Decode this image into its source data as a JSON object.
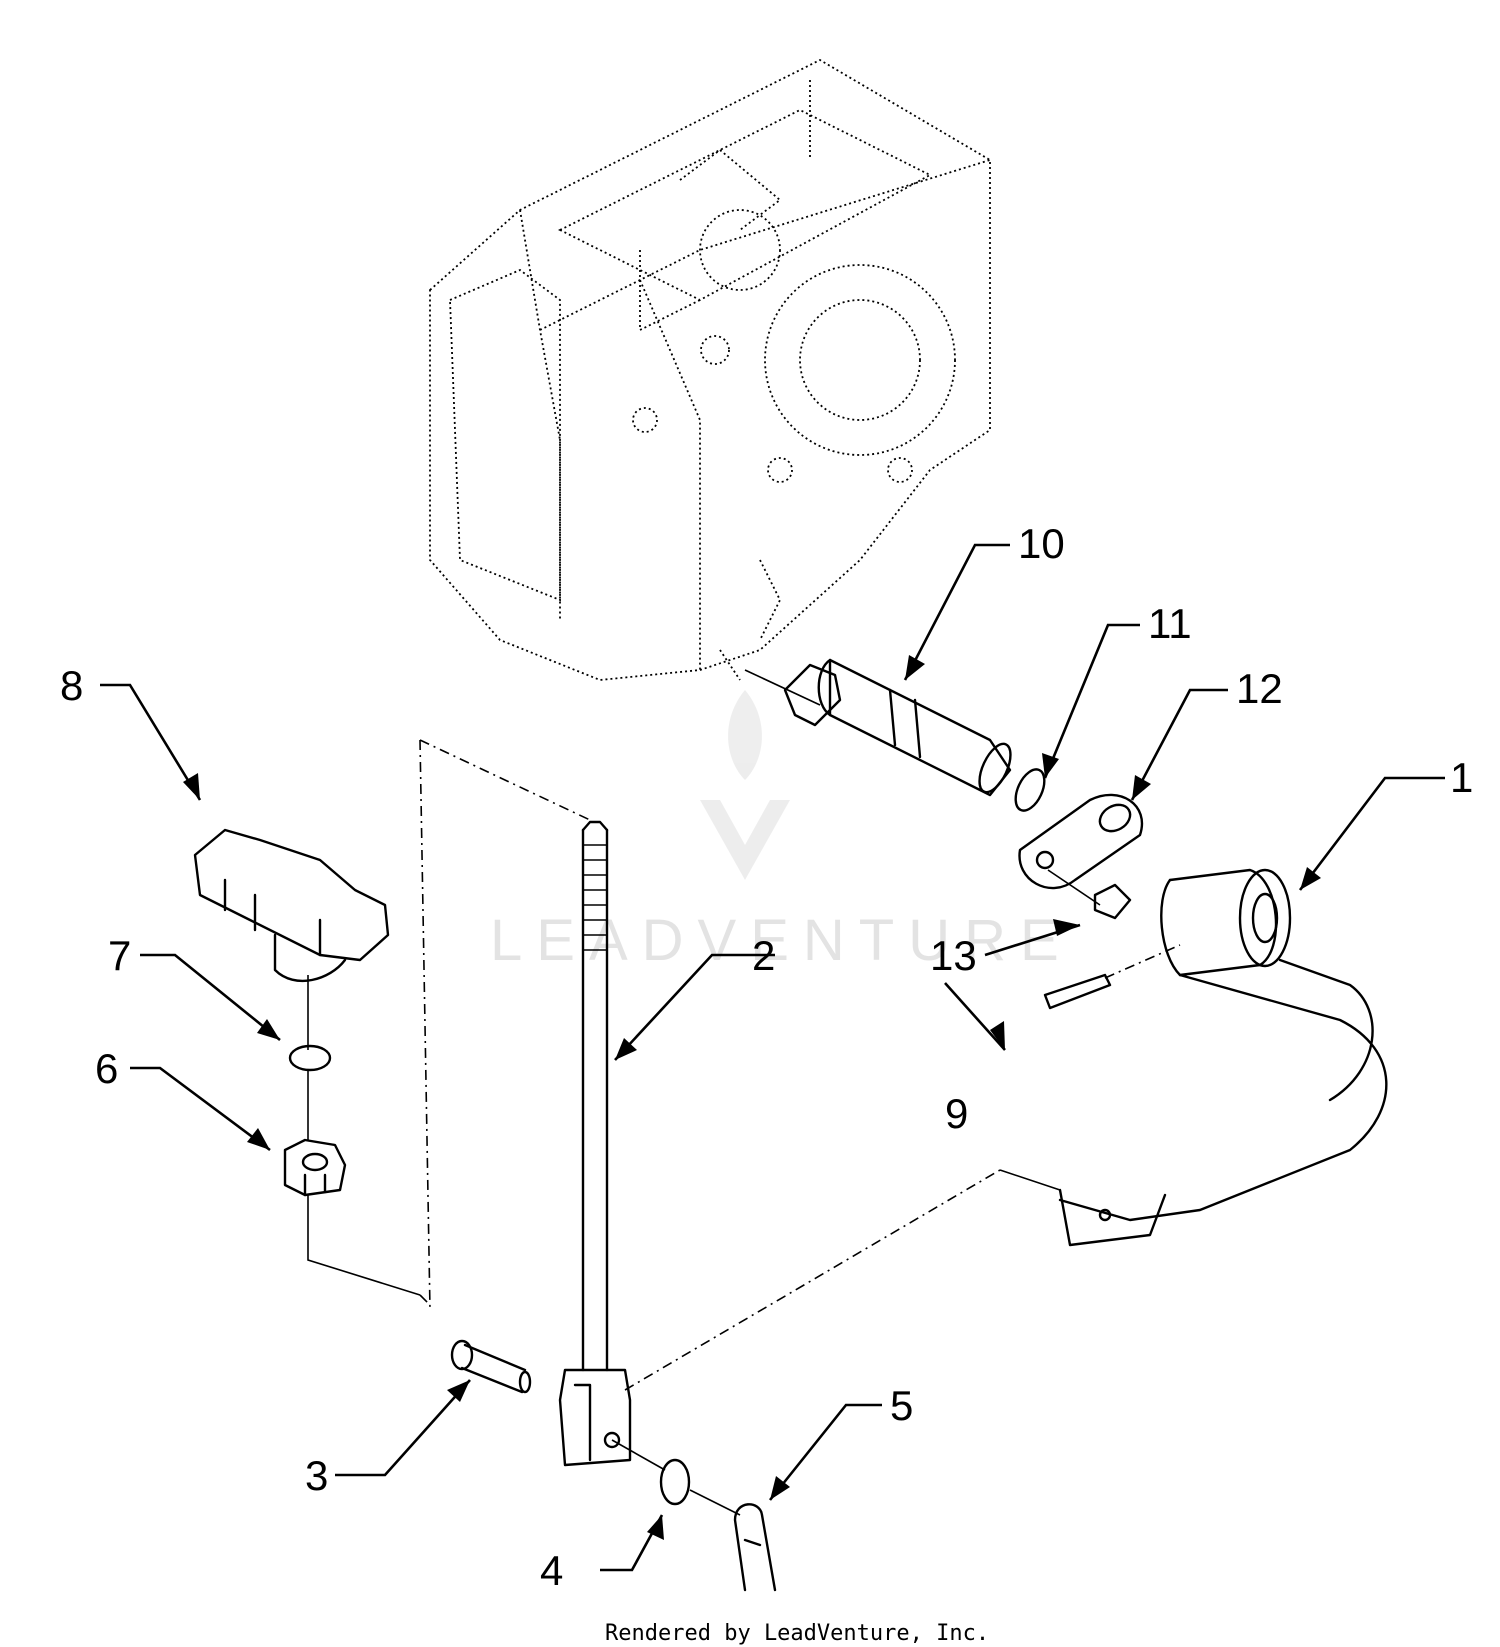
{
  "diagram": {
    "callouts": [
      {
        "id": "c1",
        "label": "1"
      },
      {
        "id": "c2",
        "label": "2"
      },
      {
        "id": "c3",
        "label": "3"
      },
      {
        "id": "c4",
        "label": "4"
      },
      {
        "id": "c5",
        "label": "5"
      },
      {
        "id": "c6",
        "label": "6"
      },
      {
        "id": "c7",
        "label": "7"
      },
      {
        "id": "c8",
        "label": "8"
      },
      {
        "id": "c9",
        "label": "9"
      },
      {
        "id": "c10",
        "label": "10"
      },
      {
        "id": "c11",
        "label": "11"
      },
      {
        "id": "c12",
        "label": "12"
      },
      {
        "id": "c13",
        "label": "13"
      }
    ],
    "watermark": "LEADVENTURE",
    "footer": "Rendered by LeadVenture, Inc."
  }
}
